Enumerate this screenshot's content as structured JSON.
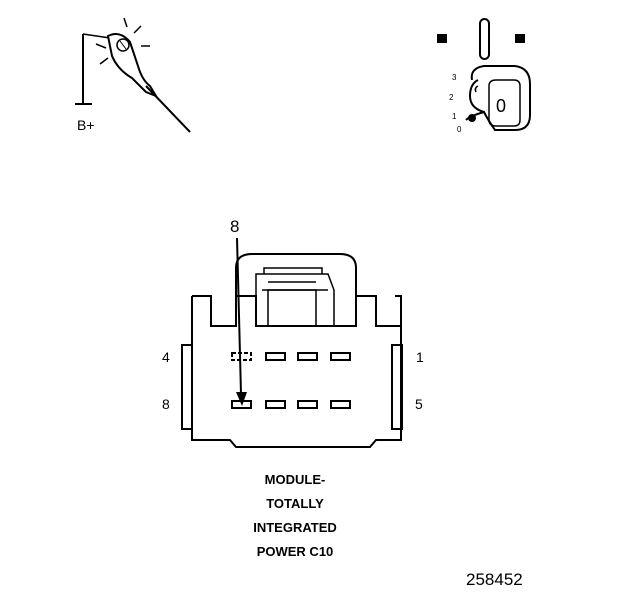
{
  "test_lamp": {
    "label": "B+"
  },
  "ignition": {
    "positions": [
      "3",
      "2",
      "1",
      "0"
    ],
    "key_letter": "0"
  },
  "connector": {
    "callout_pin": "8",
    "row_labels": {
      "top_left": "4",
      "top_right": "1",
      "bottom_left": "8",
      "bottom_right": "5"
    },
    "caption_lines": [
      "MODULE-",
      "TOTALLY",
      "INTEGRATED",
      "POWER C10"
    ]
  },
  "figure_number": "258452"
}
